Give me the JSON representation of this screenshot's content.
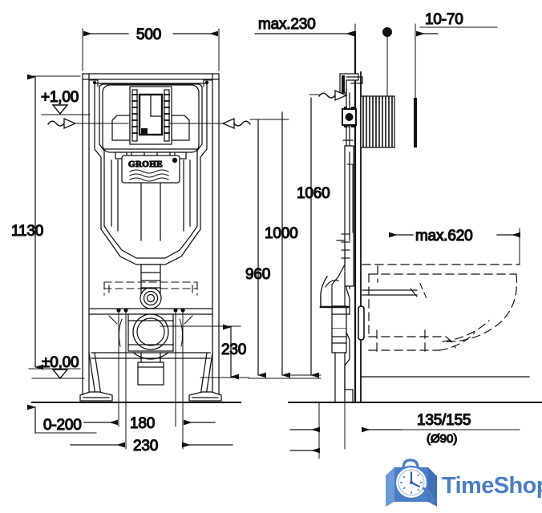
{
  "document": {
    "type": "technical-dimension-drawing",
    "subject": "GROHE concealed cistern installation frame",
    "background_color": "#ffffff",
    "line_color": "#111111",
    "views": [
      {
        "name": "front-elevation",
        "label": ""
      },
      {
        "name": "side-elevation",
        "label": ""
      }
    ]
  },
  "brand": {
    "cistern_logo_text": "GROHE",
    "cistern_logo_name": "grohe-logo"
  },
  "dimensions": {
    "width_top": "500",
    "height_overall": "1130",
    "water_level_top": "+1,00",
    "floor_level": "±0,00",
    "max_wall_depth": "max.230",
    "wall_thickness": "10-70",
    "height_1060": "1060",
    "height_1000": "1000",
    "height_960": "960",
    "height_230_right": "230",
    "bottom_0_200": "0-200",
    "bottom_180": "180",
    "bottom_230": "230",
    "projection_max": "max.620",
    "outlet_offset": "135/155",
    "outlet_diameter": "(Ø90)"
  },
  "watermark": {
    "name": "timeshop-logo",
    "text": "TimeShop",
    "color": "#4a7ec4",
    "bag_color": "#4a7ec4",
    "clock_face_color": "#ffffff",
    "icon": "shopping-bag-with-clock"
  }
}
